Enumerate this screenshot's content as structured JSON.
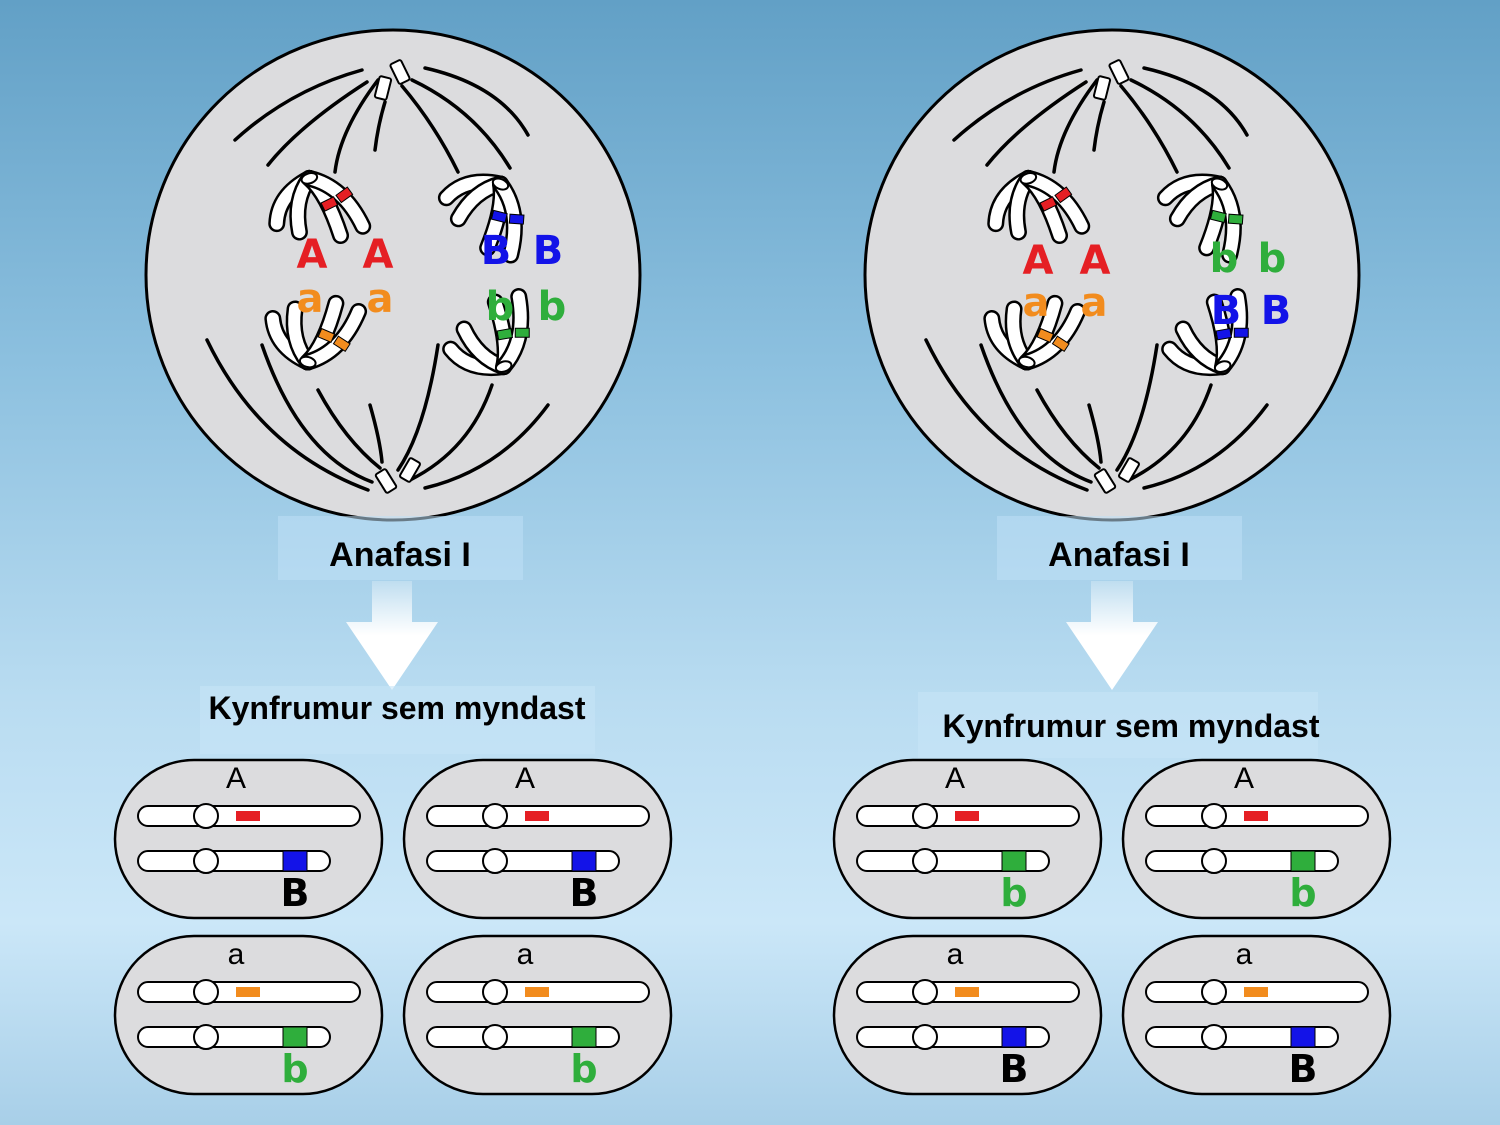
{
  "colors": {
    "A": "#e51f24",
    "a": "#f28c1e",
    "B": "#1313e8",
    "b": "#2fae3c",
    "cell": "#dcdcde"
  },
  "panels": [
    {
      "stage_label": "Anafasi I",
      "daughters_label": "Kynfrumur sem myndast",
      "metaphase": {
        "upper_left": {
          "allele": "A",
          "labels": [
            "A",
            "A"
          ]
        },
        "lower_left": {
          "allele": "a",
          "labels": [
            "a",
            "a"
          ]
        },
        "upper_right": {
          "allele": "B",
          "labels": [
            "B",
            "B"
          ]
        },
        "lower_right": {
          "allele": "b",
          "labels": [
            "b",
            "b"
          ]
        }
      },
      "gametes": [
        {
          "top": "A",
          "bottom": "B"
        },
        {
          "top": "A",
          "bottom": "B"
        },
        {
          "top": "a",
          "bottom": "b"
        },
        {
          "top": "a",
          "bottom": "b"
        }
      ]
    },
    {
      "stage_label": "Anafasi I",
      "daughters_label": "Kynfrumur sem myndast",
      "metaphase": {
        "upper_left": {
          "allele": "A",
          "labels": [
            "A",
            "A"
          ]
        },
        "lower_left": {
          "allele": "a",
          "labels": [
            "a",
            "a"
          ]
        },
        "upper_right": {
          "allele": "b",
          "labels": [
            "b",
            "b"
          ]
        },
        "lower_right": {
          "allele": "B",
          "labels": [
            "B",
            "B"
          ]
        }
      },
      "gametes": [
        {
          "top": "A",
          "bottom": "b"
        },
        {
          "top": "A",
          "bottom": "b"
        },
        {
          "top": "a",
          "bottom": "B"
        },
        {
          "top": "a",
          "bottom": "B"
        }
      ]
    }
  ]
}
